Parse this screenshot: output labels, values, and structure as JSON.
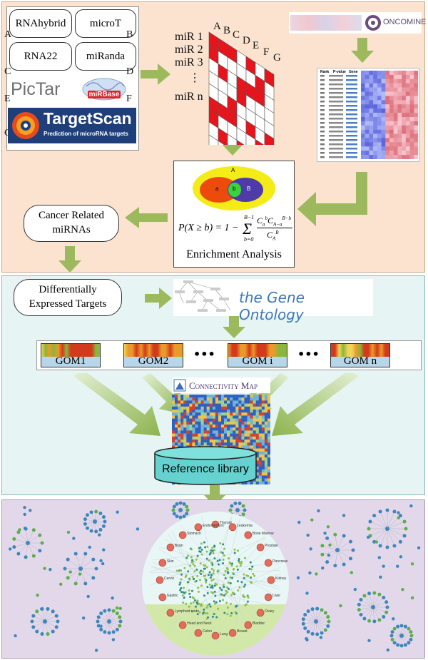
{
  "panel1": {
    "tools": [
      "RNAhybrid",
      "microT",
      "RNA22",
      "miRanda"
    ],
    "tool_letters": [
      "A",
      "B",
      "C",
      "D",
      "E",
      "F",
      "G"
    ],
    "pictar": "PicTar",
    "mirbase": "miRBase",
    "targetscan": {
      "name": "TargetScan",
      "tagline": "Prediction of microRNA targets"
    },
    "mir_labels": [
      "miR 1",
      "miR 2",
      "miR 3",
      "⋮",
      "miR n"
    ],
    "matrix_cols": [
      "A",
      "B",
      "C",
      "D",
      "E",
      "F",
      "G"
    ],
    "oncomine": "ONCOMINE",
    "oncomine_table_headers": [
      "Rank",
      "P-value",
      "Gene"
    ],
    "venn": {
      "universe": "A",
      "a": "a",
      "b": "b",
      "B": "B"
    },
    "enrichment_label": "Enrichment Analysis",
    "cancer_mirnas": [
      "Cancer Related",
      "miRNAs"
    ]
  },
  "panel2": {
    "targets": [
      "Differentially",
      "Expressed Targets"
    ],
    "gene_ontology": "the Gene Ontology",
    "goms": [
      "GOM1",
      "GOM2",
      "GOM i",
      "GOM n"
    ],
    "ellipsis": "•••",
    "cmap": "Connectivity Map",
    "reference_library": "Reference library"
  },
  "panel3": {
    "center_nodes": [
      "Thyroid",
      "Leukemia",
      "Bone Marrow",
      "Prostate",
      "Pancreas",
      "Kidney",
      "Liver",
      "Ovary",
      "Bladder",
      "Breast",
      "Lung",
      "Colon",
      "Head and Neck",
      "Lymphoid node",
      "Gastric",
      "Cervix",
      "Skin",
      "Brain",
      "Stomach",
      "Endometrium"
    ]
  },
  "colors": {
    "red": "#e8141c",
    "arrow": "#9cb95e",
    "panel1": "#fbe3cf",
    "panel2": "#e6f4f4",
    "panel3": "#e2d8ea"
  }
}
